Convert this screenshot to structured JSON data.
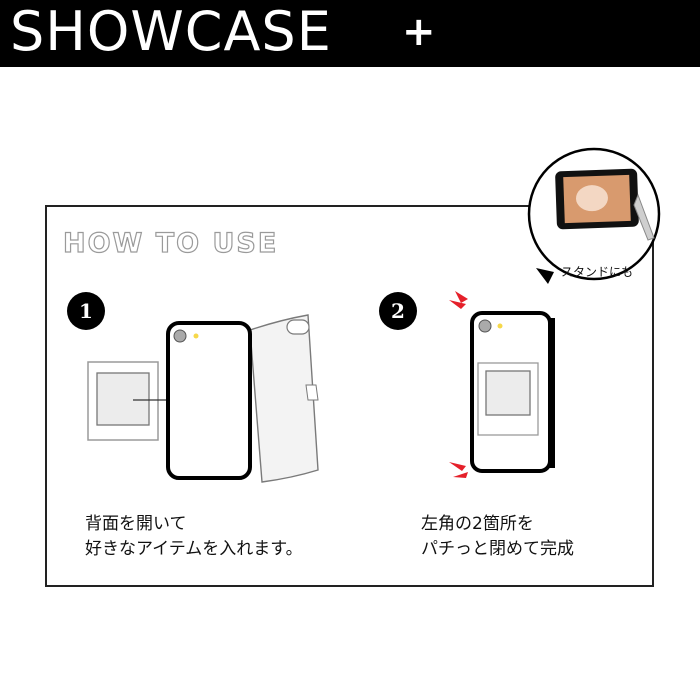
{
  "header": {
    "brand": "SHOWCASE",
    "plus": "+"
  },
  "card": {
    "title": "HOW TO USE",
    "steps": [
      {
        "number": "1",
        "caption_line1": "背面を開いて",
        "caption_line2": "好きなアイテムを入れます。"
      },
      {
        "number": "2",
        "caption_line1": "左角の2箇所を",
        "caption_line2": "パチっと閉めて完成"
      }
    ],
    "bubble_label": "スタンドにも"
  },
  "colors": {
    "accent": "#e5202a",
    "frame": "#000000",
    "gray": "#9a9a9a"
  }
}
